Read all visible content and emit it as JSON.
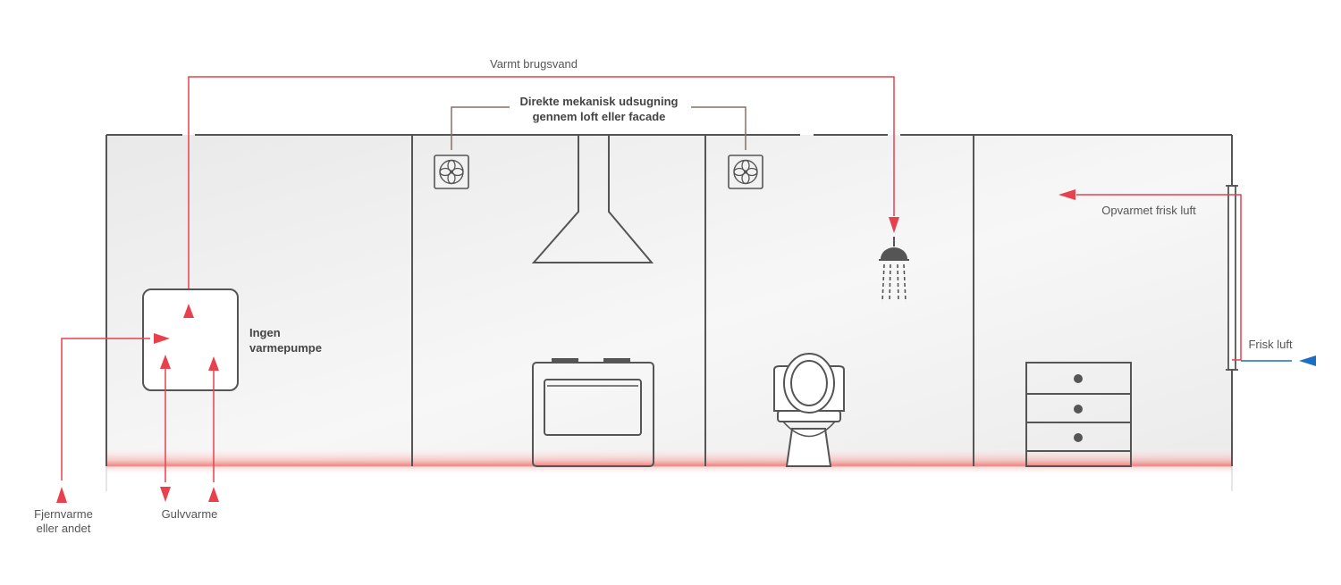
{
  "labels": {
    "hot_water": "Varmt brugsvand",
    "extraction_line1": "Direkte mekanisk udsugning",
    "extraction_line2": "gennem loft eller facade",
    "no_heatpump_line1": "Ingen",
    "no_heatpump_line2": "varmepumpe",
    "heated_fresh_air": "Opvarmet frisk luft",
    "fresh_air": "Frisk luft",
    "district_heating_line1": "Fjernvarme",
    "district_heating_line2": "eller andet",
    "floor_heating": "Gulvvarme"
  },
  "colors": {
    "hot_line": "#e8404c",
    "cold_line": "#1a6fc4",
    "wall": "#555555",
    "room_fill": "#ececec",
    "leader": "#8a6e66",
    "floor_glow": "#f6a3a0"
  },
  "icons": [
    "fan-icon",
    "cooker-hood-icon",
    "shower-head-icon",
    "stove-icon",
    "toilet-icon",
    "drawer-cabinet-icon",
    "radiator-icon"
  ]
}
